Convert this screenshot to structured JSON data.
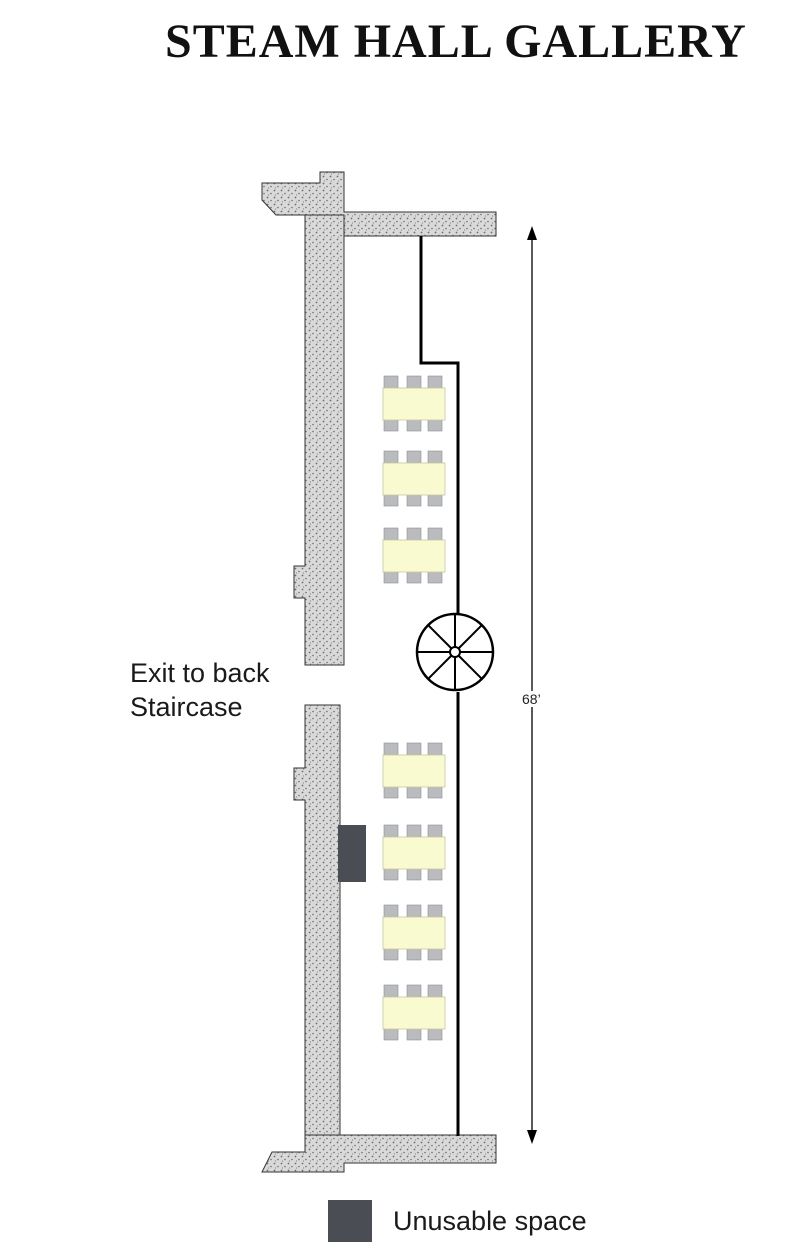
{
  "title": "STEAM HALL GALLERY",
  "exit_label": [
    "Exit to back",
    "Staircase"
  ],
  "dimension": {
    "label": "68’"
  },
  "legend": {
    "label": "Unusable space",
    "swatch_color": "#4a4d54"
  },
  "colors": {
    "wall_fill": "#d9d9d9",
    "wall_dots": "#6e6e6e",
    "table": "#fafad0",
    "chair": "#b9bbbf",
    "line": "#000000"
  },
  "furniture": {
    "table_groups": 7,
    "chairs_per_table": 6,
    "spiral_staircase_icon": "wheel-icon"
  }
}
